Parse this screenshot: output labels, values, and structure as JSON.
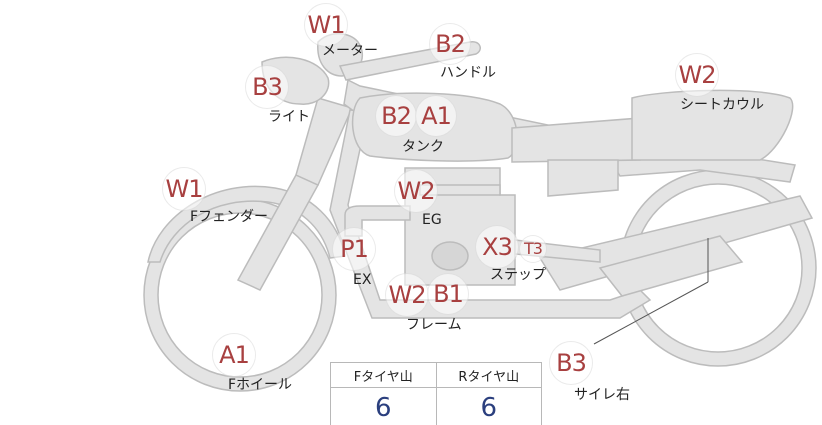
{
  "parts": {
    "meter": {
      "grade": "W1",
      "label": "メーター"
    },
    "handle": {
      "grade": "B2",
      "label": "ハンドル"
    },
    "light": {
      "grade": "B3",
      "label": "ライト"
    },
    "tank": {
      "grade_a": "B2",
      "grade_b": "A1",
      "label": "タンク"
    },
    "seat_cowl": {
      "grade": "W2",
      "label": "シートカウル"
    },
    "front_fender": {
      "grade": "W1",
      "label": "Fフェンダー"
    },
    "engine": {
      "grade": "W2",
      "label": "EG"
    },
    "exhaust": {
      "grade": "P1",
      "label": "EX"
    },
    "step": {
      "grade": "X3",
      "sub_grade": "T3",
      "label": "ステップ"
    },
    "frame": {
      "grade_a": "W2",
      "grade_b": "B1",
      "label": "フレーム"
    },
    "front_wheel": {
      "grade": "A1",
      "label": "Fホイール"
    },
    "muffler_right": {
      "grade": "B3",
      "label": "サイレ右"
    }
  },
  "tread_table": {
    "front_header": "Fタイヤ山",
    "rear_header": "Rタイヤ山",
    "front_value": "6",
    "rear_value": "6"
  },
  "colors": {
    "grade_text": "#a84040",
    "value_text": "#2b3f7e",
    "bike_fill": "#e4e4e4",
    "bike_stroke": "#bcbcbc"
  }
}
